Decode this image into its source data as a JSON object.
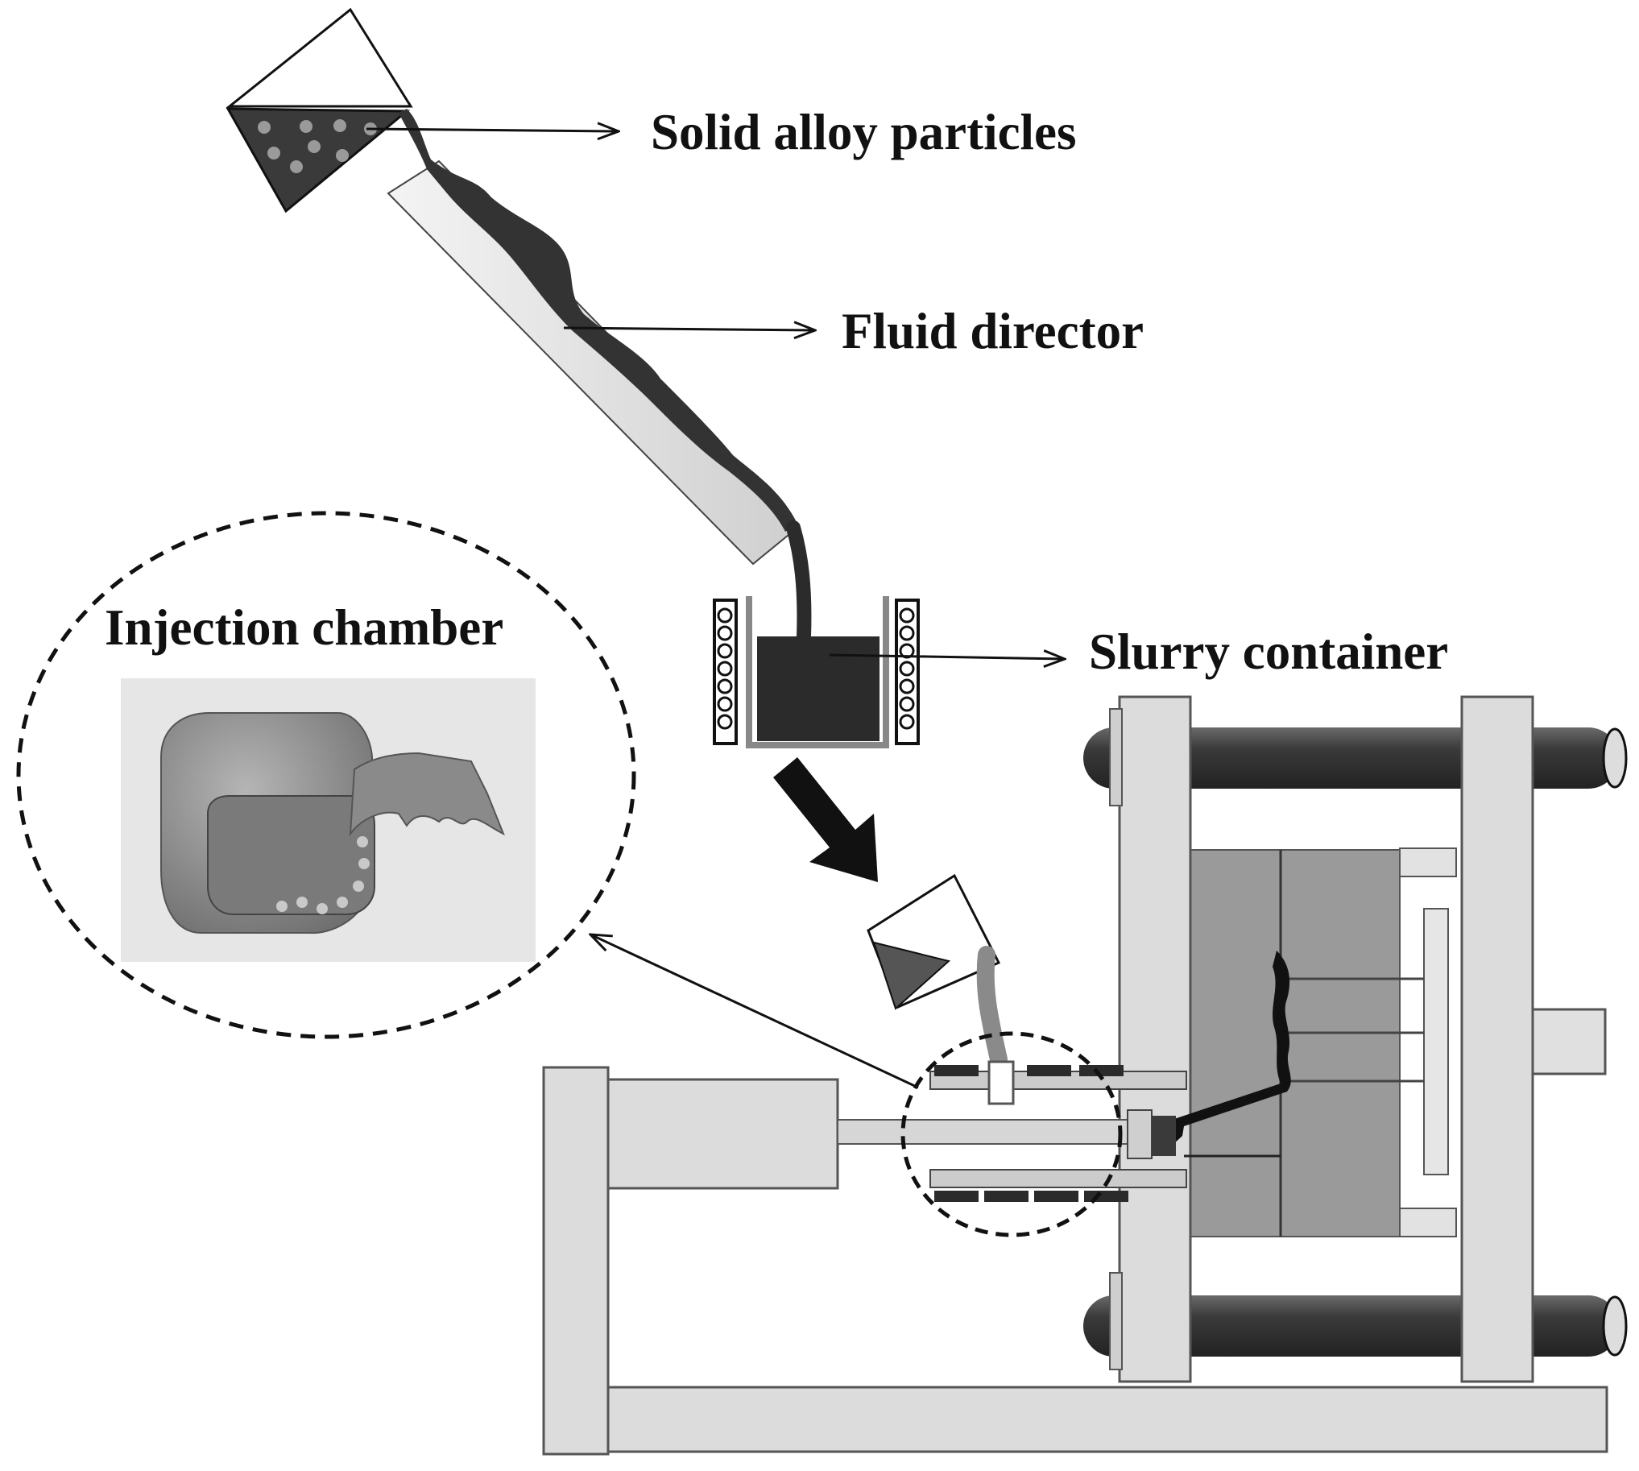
{
  "labels": {
    "solid_alloy_particles": "Solid alloy particles",
    "fluid_director": "Fluid director",
    "slurry_container": "Slurry container",
    "injection_chamber": "Injection chamber"
  },
  "colors": {
    "slurry": "#2b2b2b",
    "frame": "#d9d9d9",
    "die": "#9a9a9a",
    "tie_bar": "#3a3a3a",
    "chamber_model": "#8a8a8a",
    "detail_background": "#e6e6e6"
  },
  "icons": {
    "pour_vessel": "tilted-cup",
    "heating_coil": "coil-rings",
    "flow_direction": "thick-arrow"
  }
}
